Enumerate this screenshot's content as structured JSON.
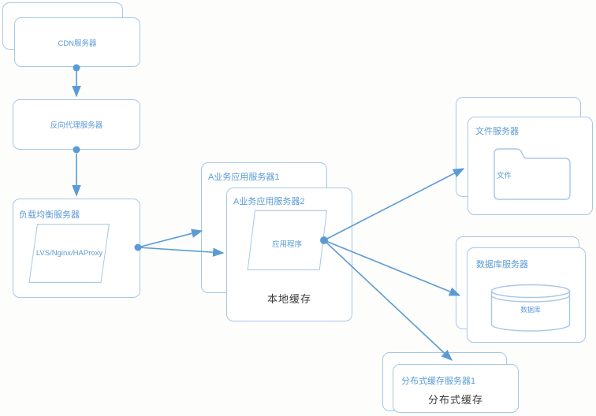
{
  "nodes": {
    "cdn": {
      "label": "CDN服务器"
    },
    "reverse_proxy": {
      "label": "反向代理服务器"
    },
    "load_balancer": {
      "title": "负载均衡服务器",
      "software": "LVS/Nginx/HAProxy"
    },
    "app_server_1": {
      "title": "A业务应用服务器1"
    },
    "app_server_2": {
      "title": "A业务应用服务器2",
      "program": "应用程序",
      "local_cache": "本地缓存"
    },
    "file_server": {
      "title": "文件服务器",
      "folder": "文件"
    },
    "database_server": {
      "title": "数据库服务器",
      "database": "数据库"
    },
    "distributed_cache_server": {
      "title": "分布式缓存服务器1",
      "cache": "分布式缓存"
    }
  },
  "edges": [
    {
      "from": "CDN服务器",
      "to": "反向代理服务器"
    },
    {
      "from": "反向代理服务器",
      "to": "负载均衡服务器"
    },
    {
      "from": "负载均衡服务器",
      "to": "A业务应用服务器1"
    },
    {
      "from": "负载均衡服务器",
      "to": "A业务应用服务器2"
    },
    {
      "from": "应用程序",
      "to": "文件服务器"
    },
    {
      "from": "应用程序",
      "to": "数据库服务器"
    },
    {
      "from": "应用程序",
      "to": "分布式缓存服务器1"
    }
  ],
  "colors": {
    "box_border": "#a7c7e7",
    "connector": "#5b9bd5",
    "text_blue": "#5b9bd5",
    "text_dark": "#3a3a3a",
    "background": "#fdfdfb"
  }
}
